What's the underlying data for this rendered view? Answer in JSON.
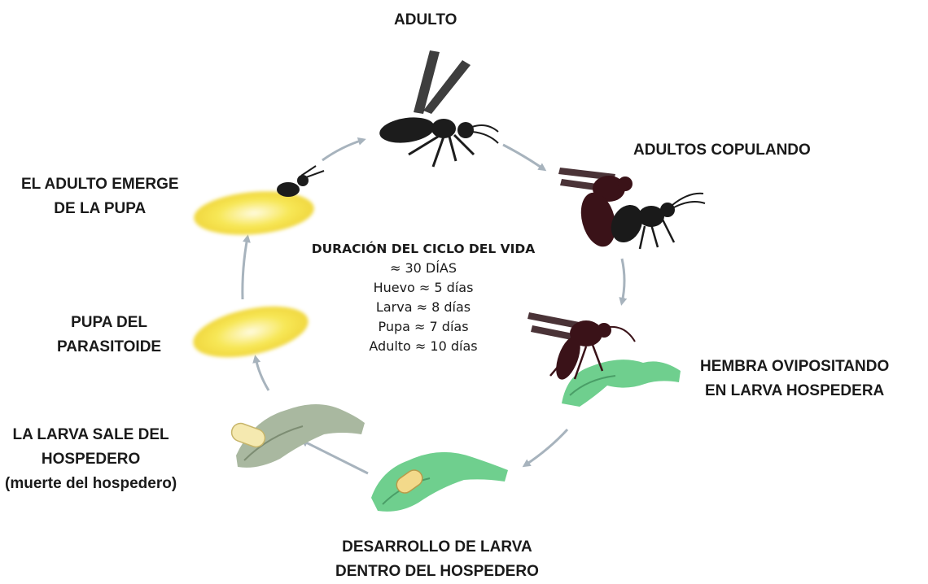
{
  "stages": {
    "adulto": "ADULTO",
    "copulando": "ADULTOS COPULANDO",
    "hembra": [
      "HEMBRA OVIPOSITANDO",
      "EN LARVA HOSPEDERA"
    ],
    "desarrollo": [
      "DESARROLLO DE LARVA",
      "DENTRO DEL HOSPEDERO"
    ],
    "sale": [
      "LA LARVA SALE DEL",
      "HOSPEDERO",
      "(muerte del hospedero)"
    ],
    "pupa": [
      "PUPA DEL",
      "PARASITOIDE"
    ],
    "emerge": [
      "EL ADULTO EMERGE",
      "DE LA PUPA"
    ]
  },
  "center": {
    "title": "DURACIÓN DEL CICLO DEL VIDA",
    "total": "≈ 30 DÍAS",
    "huevo": "Huevo ≈ 5 días",
    "larva": "Larva ≈ 8 días",
    "pupa": "Pupa ≈ 7 días",
    "adulto": "Adulto ≈ 10 días"
  },
  "colors": {
    "wasp": "#1c1c1c",
    "wasp_mating": "#3a1218",
    "host_larva": "#6fcf8e",
    "dead_host": "#a9b8a0",
    "pupa": "#f5e04a",
    "arrow": "#a7b3bd"
  }
}
